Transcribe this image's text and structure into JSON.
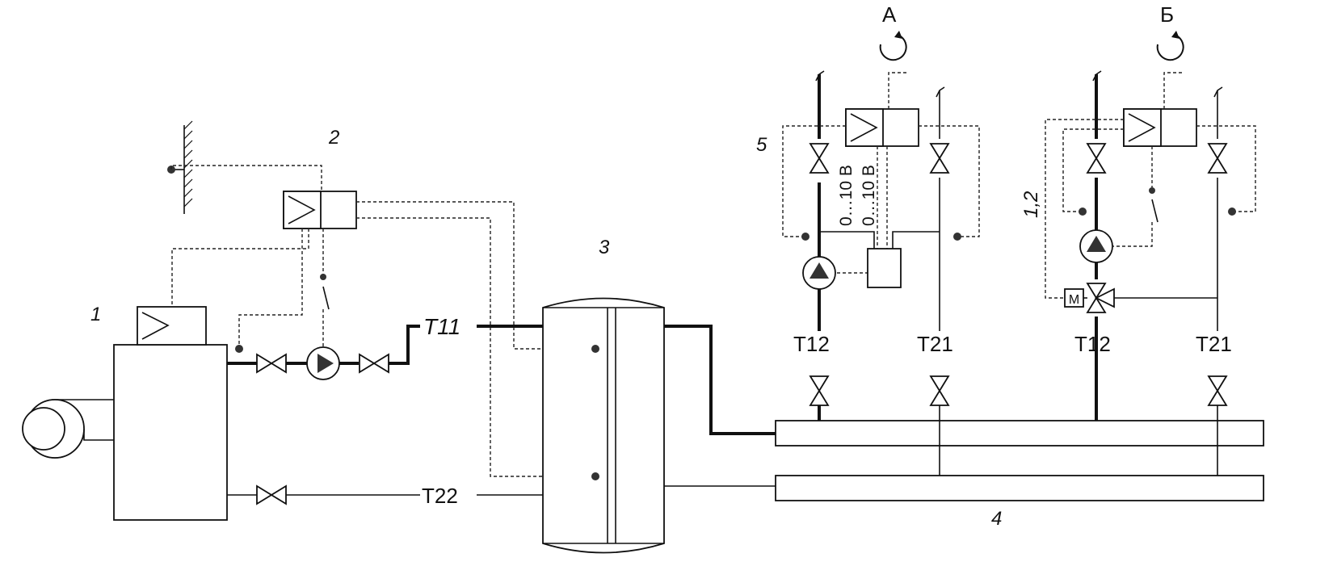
{
  "numbers": {
    "n1": "1",
    "n2": "2",
    "n3": "3",
    "n4": "4",
    "n5": "5",
    "n12": "1,2"
  },
  "pipes": {
    "t11": "T11",
    "t22": "T22",
    "t12a": "T12",
    "t21a": "T21",
    "t12b": "T12",
    "t21b": "T21"
  },
  "circuits": {
    "a": "А",
    "b": "Б"
  },
  "signals": {
    "v1": "0…10 В",
    "v2": "0…10 В"
  },
  "motor": "M"
}
